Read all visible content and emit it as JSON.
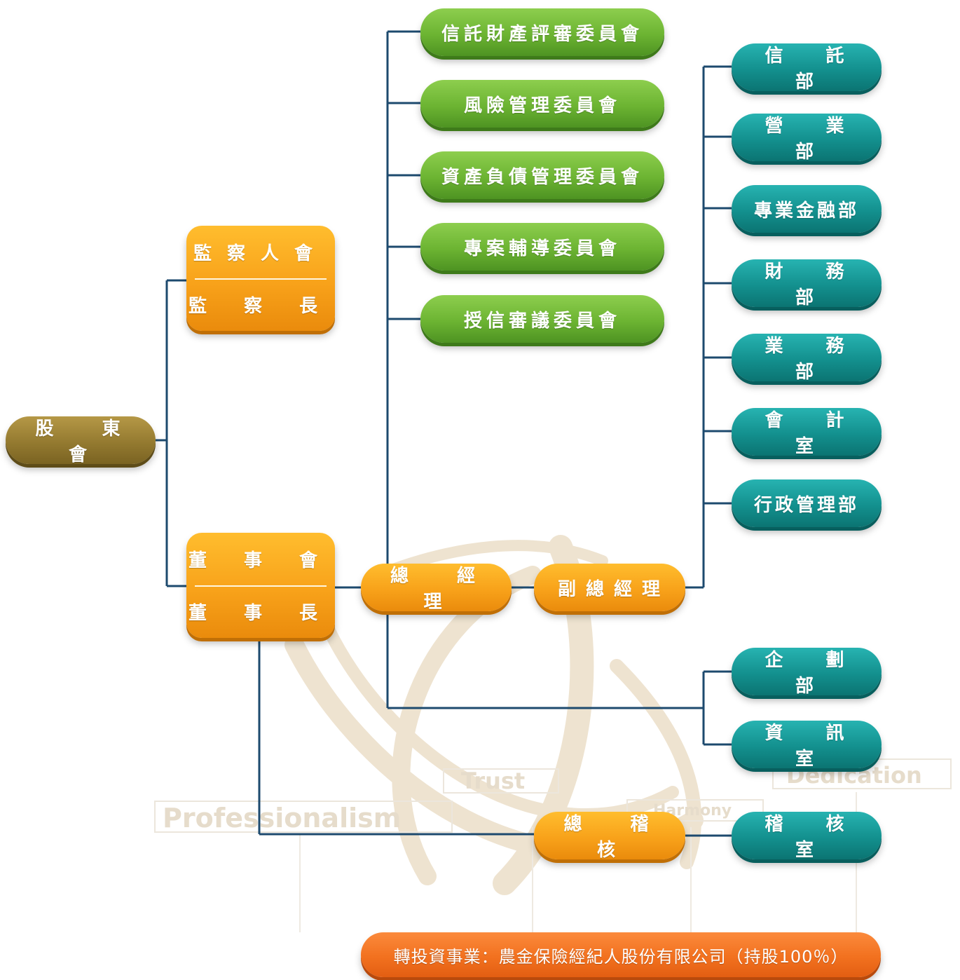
{
  "watermark": {
    "words": [
      "Trust",
      "Dedication",
      "Harmony",
      "Professionalism"
    ]
  },
  "nodes": {
    "shareholders": "股 東 會",
    "supervisors_board": "監察人會",
    "chief_supervisor": "監 察 長",
    "board": "董 事 會",
    "chairman": "董 事 長",
    "president": "總 經 理",
    "evp": "副總經理",
    "chief_auditor": "總 稽 核",
    "committees": [
      "信託財產評審委員會",
      "風險管理委員會",
      "資產負債管理委員會",
      "專案輔導委員會",
      "授信審議委員會"
    ],
    "departments": [
      "信 託 部",
      "營 業 部",
      "專業金融部",
      "財 務 部",
      "業 務 部",
      "會 計 室",
      "行政管理部"
    ],
    "planning": "企 劃 部",
    "it": "資 訊 室",
    "audit_office": "稽 核 室",
    "investment": "轉投資事業：農金保險經紀人股份有限公司（持股100％）"
  },
  "colors": {
    "line": "#1d4a6e",
    "green": "#6cb432",
    "teal": "#13908e",
    "orange": "#f8a21a",
    "olive": "#947a30",
    "red_orange": "#f2711f"
  }
}
